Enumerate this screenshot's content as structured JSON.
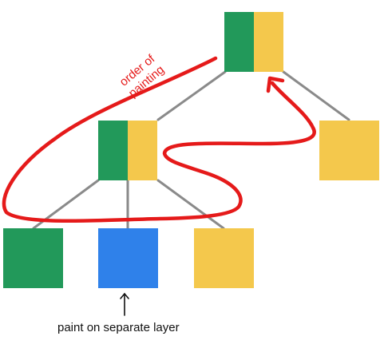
{
  "annotations": {
    "painting_order_line1": "order of",
    "painting_order_line2": "painting",
    "separate_layer_caption": "paint on separate layer"
  },
  "colors": {
    "green": "#22995a",
    "yellow": "#f4c84c",
    "blue": "#2f81ea",
    "edge": "#8a8a8a",
    "path": "#e51a1a",
    "arrow": "#111111"
  },
  "tree": {
    "root": {
      "type": "split",
      "colors": [
        "green",
        "yellow"
      ]
    },
    "middle": {
      "type": "split",
      "colors": [
        "green",
        "yellow"
      ]
    },
    "right_child": {
      "type": "solid",
      "color": "yellow"
    },
    "leaves": [
      {
        "type": "solid",
        "color": "green"
      },
      {
        "type": "solid",
        "color": "blue"
      },
      {
        "type": "solid",
        "color": "yellow"
      }
    ]
  },
  "icons": {
    "separate_layer_arrow": "up-arrow-icon"
  }
}
